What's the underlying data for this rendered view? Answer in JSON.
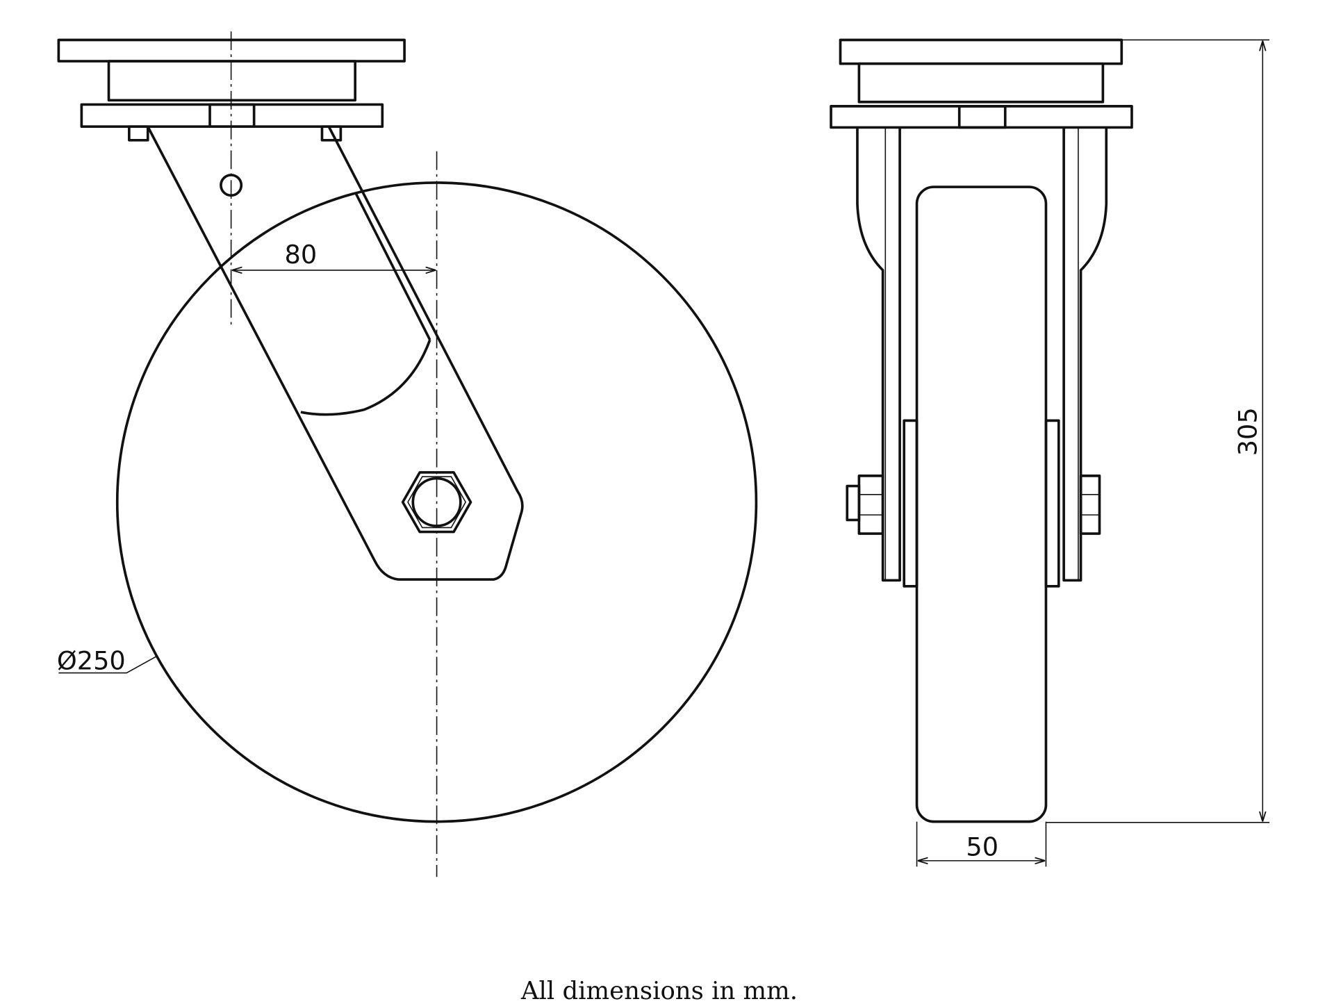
{
  "drawing": {
    "dimensions": {
      "offset": "80",
      "wheel_diameter": "Ø250",
      "wheel_width": "50",
      "overall_height": "305"
    },
    "caption": "All dimensions in mm."
  }
}
